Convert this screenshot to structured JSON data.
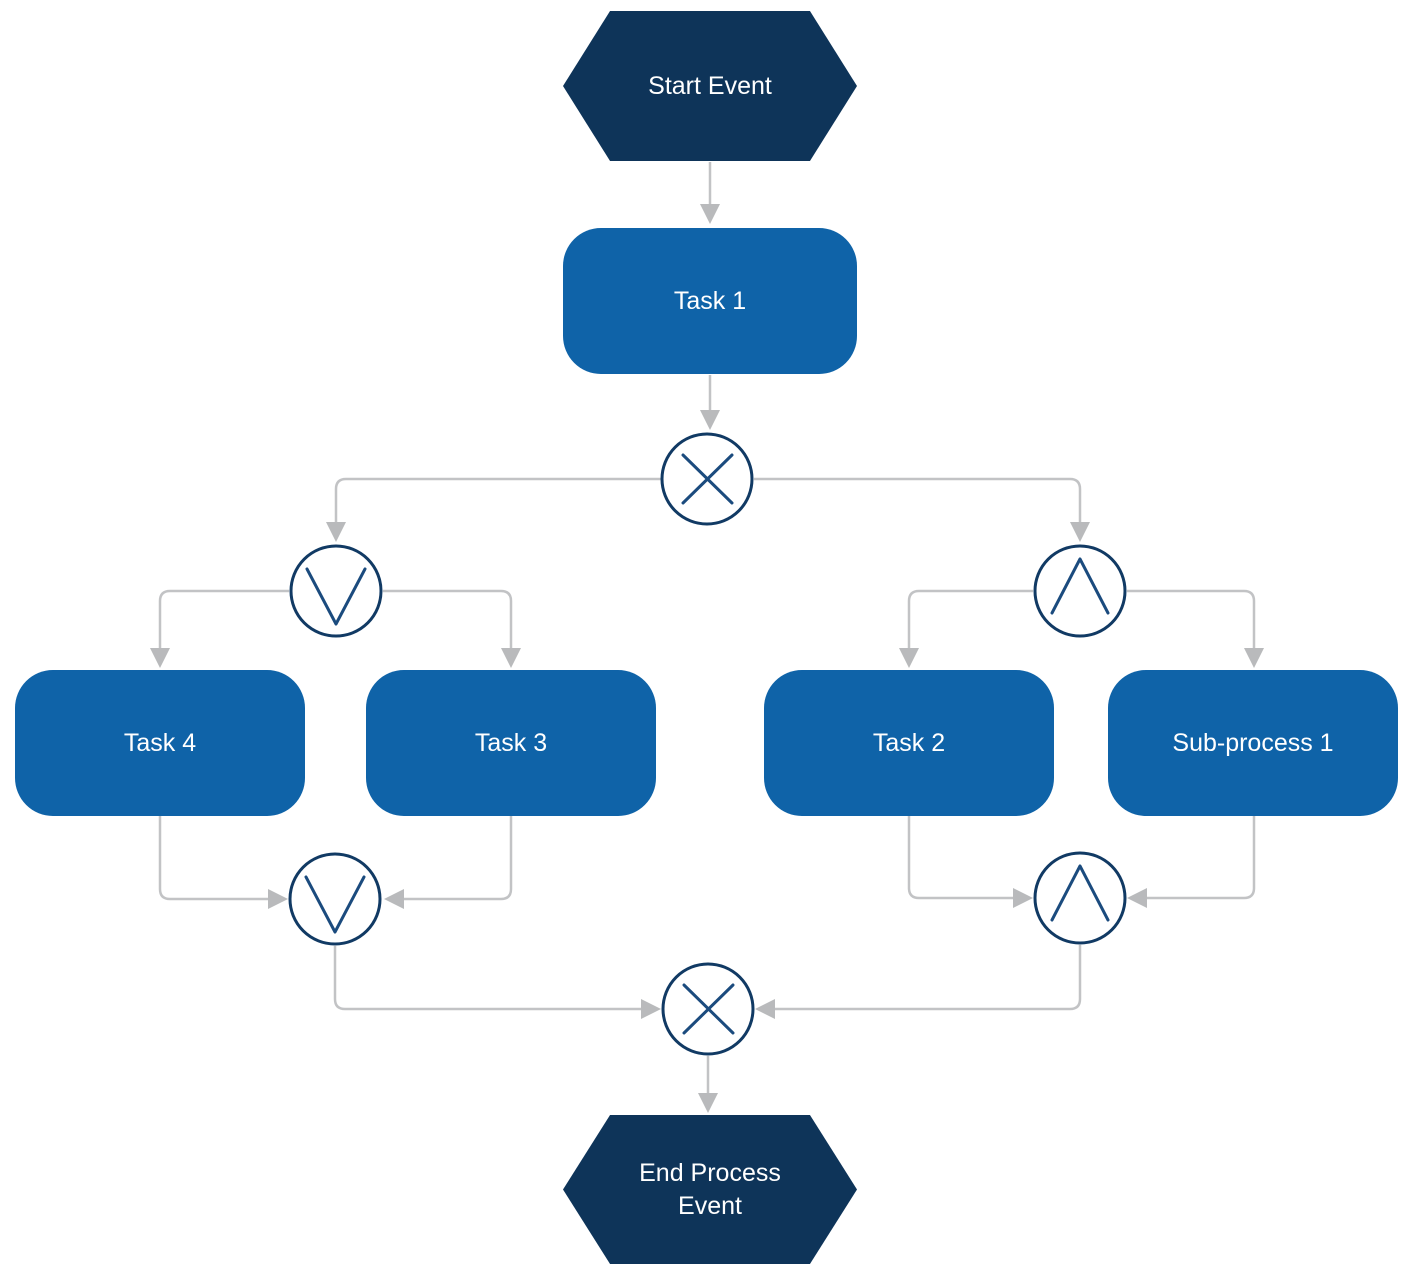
{
  "diagram": {
    "type": "bpmn-process-flow",
    "background": "#ffffff",
    "colors": {
      "event_fill": "#0e3459",
      "task_fill": "#0f63a8",
      "node_text": "#ffffff",
      "gateway_circle_stroke": "#113a64",
      "gateway_symbol_stroke": "#1b4b7e",
      "connector_line": "#c2c3c5",
      "arrowhead": "#b9babc"
    },
    "nodes": {
      "start": {
        "label": "Start Event",
        "shape": "hexagon"
      },
      "task1": {
        "label": "Task 1",
        "shape": "rounded-rectangle"
      },
      "task4": {
        "label": "Task 4",
        "shape": "rounded-rectangle"
      },
      "task3": {
        "label": "Task 3",
        "shape": "rounded-rectangle"
      },
      "task2": {
        "label": "Task 2",
        "shape": "rounded-rectangle"
      },
      "subprocess1": {
        "label": "Sub-process 1",
        "shape": "rounded-rectangle"
      },
      "end": {
        "label": "End Process Event",
        "shape": "hexagon"
      }
    },
    "gateways": {
      "xor_split": {
        "symbol": "X",
        "type": "exclusive-gateway"
      },
      "or_split": {
        "symbol": "V",
        "type": "inclusive-gateway"
      },
      "and_split": {
        "symbol": "^",
        "type": "parallel-gateway"
      },
      "or_join": {
        "symbol": "V",
        "type": "inclusive-gateway"
      },
      "and_join": {
        "symbol": "^",
        "type": "parallel-gateway"
      },
      "xor_join": {
        "symbol": "X",
        "type": "exclusive-gateway"
      }
    },
    "edges": [
      {
        "from": "start",
        "to": "task1"
      },
      {
        "from": "task1",
        "to": "xor_split"
      },
      {
        "from": "xor_split",
        "to": "or_split"
      },
      {
        "from": "xor_split",
        "to": "and_split"
      },
      {
        "from": "or_split",
        "to": "task4"
      },
      {
        "from": "or_split",
        "to": "task3"
      },
      {
        "from": "and_split",
        "to": "task2"
      },
      {
        "from": "and_split",
        "to": "subprocess1"
      },
      {
        "from": "task4",
        "to": "or_join"
      },
      {
        "from": "task3",
        "to": "or_join"
      },
      {
        "from": "task2",
        "to": "and_join"
      },
      {
        "from": "subprocess1",
        "to": "and_join"
      },
      {
        "from": "or_join",
        "to": "xor_join"
      },
      {
        "from": "and_join",
        "to": "xor_join"
      },
      {
        "from": "xor_join",
        "to": "end"
      }
    ]
  }
}
